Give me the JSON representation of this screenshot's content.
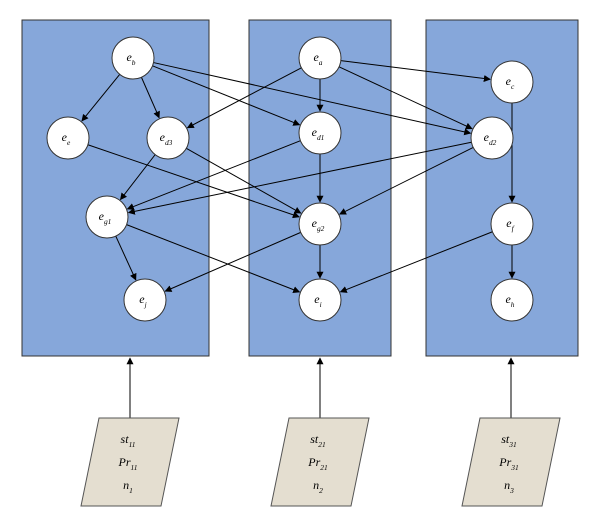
{
  "colors": {
    "partition_fill": "#86A7DA",
    "partition_stroke": "#333333",
    "node_fill": "#ffffff",
    "input_fill": "#E4DED0",
    "edge": "#000000"
  },
  "partitions": [
    {
      "id": "p1"
    },
    {
      "id": "p2"
    },
    {
      "id": "p3"
    }
  ],
  "nodes": [
    {
      "id": "eb",
      "base": "e",
      "sub": "b"
    },
    {
      "id": "ea",
      "base": "e",
      "sub": "a"
    },
    {
      "id": "ec",
      "base": "e",
      "sub": "c"
    },
    {
      "id": "ee",
      "base": "e",
      "sub": "e"
    },
    {
      "id": "ed3",
      "base": "e",
      "sub": "d3"
    },
    {
      "id": "ed1",
      "base": "e",
      "sub": "d1"
    },
    {
      "id": "ed2",
      "base": "e",
      "sub": "d2"
    },
    {
      "id": "eg1",
      "base": "e",
      "sub": "g1"
    },
    {
      "id": "eg2",
      "base": "e",
      "sub": "g2"
    },
    {
      "id": "ef",
      "base": "e",
      "sub": "f"
    },
    {
      "id": "ej",
      "base": "e",
      "sub": "j"
    },
    {
      "id": "ei",
      "base": "e",
      "sub": "i"
    },
    {
      "id": "eh",
      "base": "e",
      "sub": "h"
    }
  ],
  "edges": [
    [
      "eb",
      "ee"
    ],
    [
      "eb",
      "ed3"
    ],
    [
      "eb",
      "ed1"
    ],
    [
      "eb",
      "ed2"
    ],
    [
      "ea",
      "ed3"
    ],
    [
      "ea",
      "ed1"
    ],
    [
      "ea",
      "ed2"
    ],
    [
      "ea",
      "ec"
    ],
    [
      "ee",
      "eg2"
    ],
    [
      "ed3",
      "eg1"
    ],
    [
      "ed3",
      "eg2"
    ],
    [
      "ed1",
      "eg1"
    ],
    [
      "ed1",
      "eg2"
    ],
    [
      "ed2",
      "eg1"
    ],
    [
      "ed2",
      "eg2"
    ],
    [
      "ec",
      "ef"
    ],
    [
      "eg1",
      "ej"
    ],
    [
      "eg1",
      "ei"
    ],
    [
      "eg2",
      "ej"
    ],
    [
      "eg2",
      "ei"
    ],
    [
      "ef",
      "ei"
    ],
    [
      "ef",
      "eh"
    ]
  ],
  "inputs": [
    {
      "id": "in1",
      "lines": [
        {
          "base": "st",
          "sub": "11"
        },
        {
          "base": "Pr",
          "sub": "11"
        },
        {
          "base": "n",
          "sub": "1"
        }
      ]
    },
    {
      "id": "in2",
      "lines": [
        {
          "base": "st",
          "sub": "21"
        },
        {
          "base": "Pr",
          "sub": "21"
        },
        {
          "base": "n",
          "sub": "2"
        }
      ]
    },
    {
      "id": "in3",
      "lines": [
        {
          "base": "st",
          "sub": "31"
        },
        {
          "base": "Pr",
          "sub": "31"
        },
        {
          "base": "n",
          "sub": "3"
        }
      ]
    }
  ]
}
